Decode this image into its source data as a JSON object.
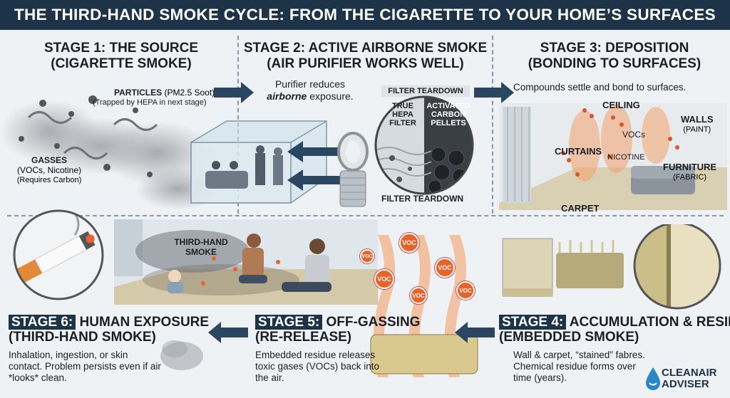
{
  "title": "THE THIRD-HAND SMOKE CYCLE: FROM THE CIGARETTE TO YOUR HOME’S SURFACES",
  "stage1": {
    "heading_line1": "STAGE 1: THE SOURCE",
    "heading_line2": "(CIGARETTE SMOKE)",
    "particles_label": "PARTICLES",
    "particles_sub": "(PM2.5 Soot)",
    "particles_note": "(Trapped by HEPA in next stage)",
    "gasses_label": "GASSES",
    "gasses_sub": "(VOCs, Nicotine)",
    "gasses_note": "(Requires Carbon)"
  },
  "stage2": {
    "heading_line1": "STAGE 2: ACTIVE AIRBORNE SMOKE",
    "heading_line2": "(AIR PURIFIER WORKS WELL)",
    "text_line1": "Purifier reduces",
    "text_em": "airborne",
    "text_line2_rest": " exposure.",
    "filter_title": "FILTER TEARDOWN",
    "hepa_label": "TRUE HEPA FILTER",
    "carbon_label": "ACTIVATED CARBON PELLETS",
    "filter_bottom": "FILTER TEARDOWN"
  },
  "stage3": {
    "heading_line1": "STAGE 3: DEPOSITION",
    "heading_line2": "(BONDING TO SURFACES)",
    "text": "Compounds settle and bond to surfaces.",
    "ceiling": "CEILING",
    "walls": "WALLS",
    "walls_sub": "(PAINT)",
    "vocs": "VOCs",
    "curtains": "CURTAINS",
    "nicotine": "NICOTINE",
    "furniture": "FURNITURE",
    "furniture_sub": "(FABRIC)",
    "carpet": "CARPET"
  },
  "middle": {
    "thirdhand_label": "THIRD-HAND SMOKE",
    "voc_label": "VOC"
  },
  "stage4": {
    "badge": "STAGE 4:",
    "heading_rest": " ACCUMULATION & RESIDUE",
    "heading_line2": "(EMBEDDED SMOKE)",
    "text": "Wall & carpet, “stained” fabres. Chemical residue forms over time (years)."
  },
  "stage5": {
    "badge": "STAGE 5:",
    "heading_rest": " OFF-GASSING",
    "heading_line2": "(RE-RELEASE)",
    "text": "Embedded residue releases toxic gases (VOCs) back into the air."
  },
  "stage6": {
    "badge": "STAGE 6:",
    "heading_rest": " HUMAN EXPOSURE",
    "heading_line2": "(THIRD-HAND SMOKE)",
    "text": "Inhalation, ingestion, or skin contact. Problem persists even if air *looks* clean."
  },
  "brand": {
    "line1": "CLEANAIR",
    "line2": "ADVISER",
    "accent": "#2a86c6"
  },
  "colors": {
    "navy": "#1d3347",
    "voc": "#e8622a",
    "smoke": "#8f9499"
  }
}
